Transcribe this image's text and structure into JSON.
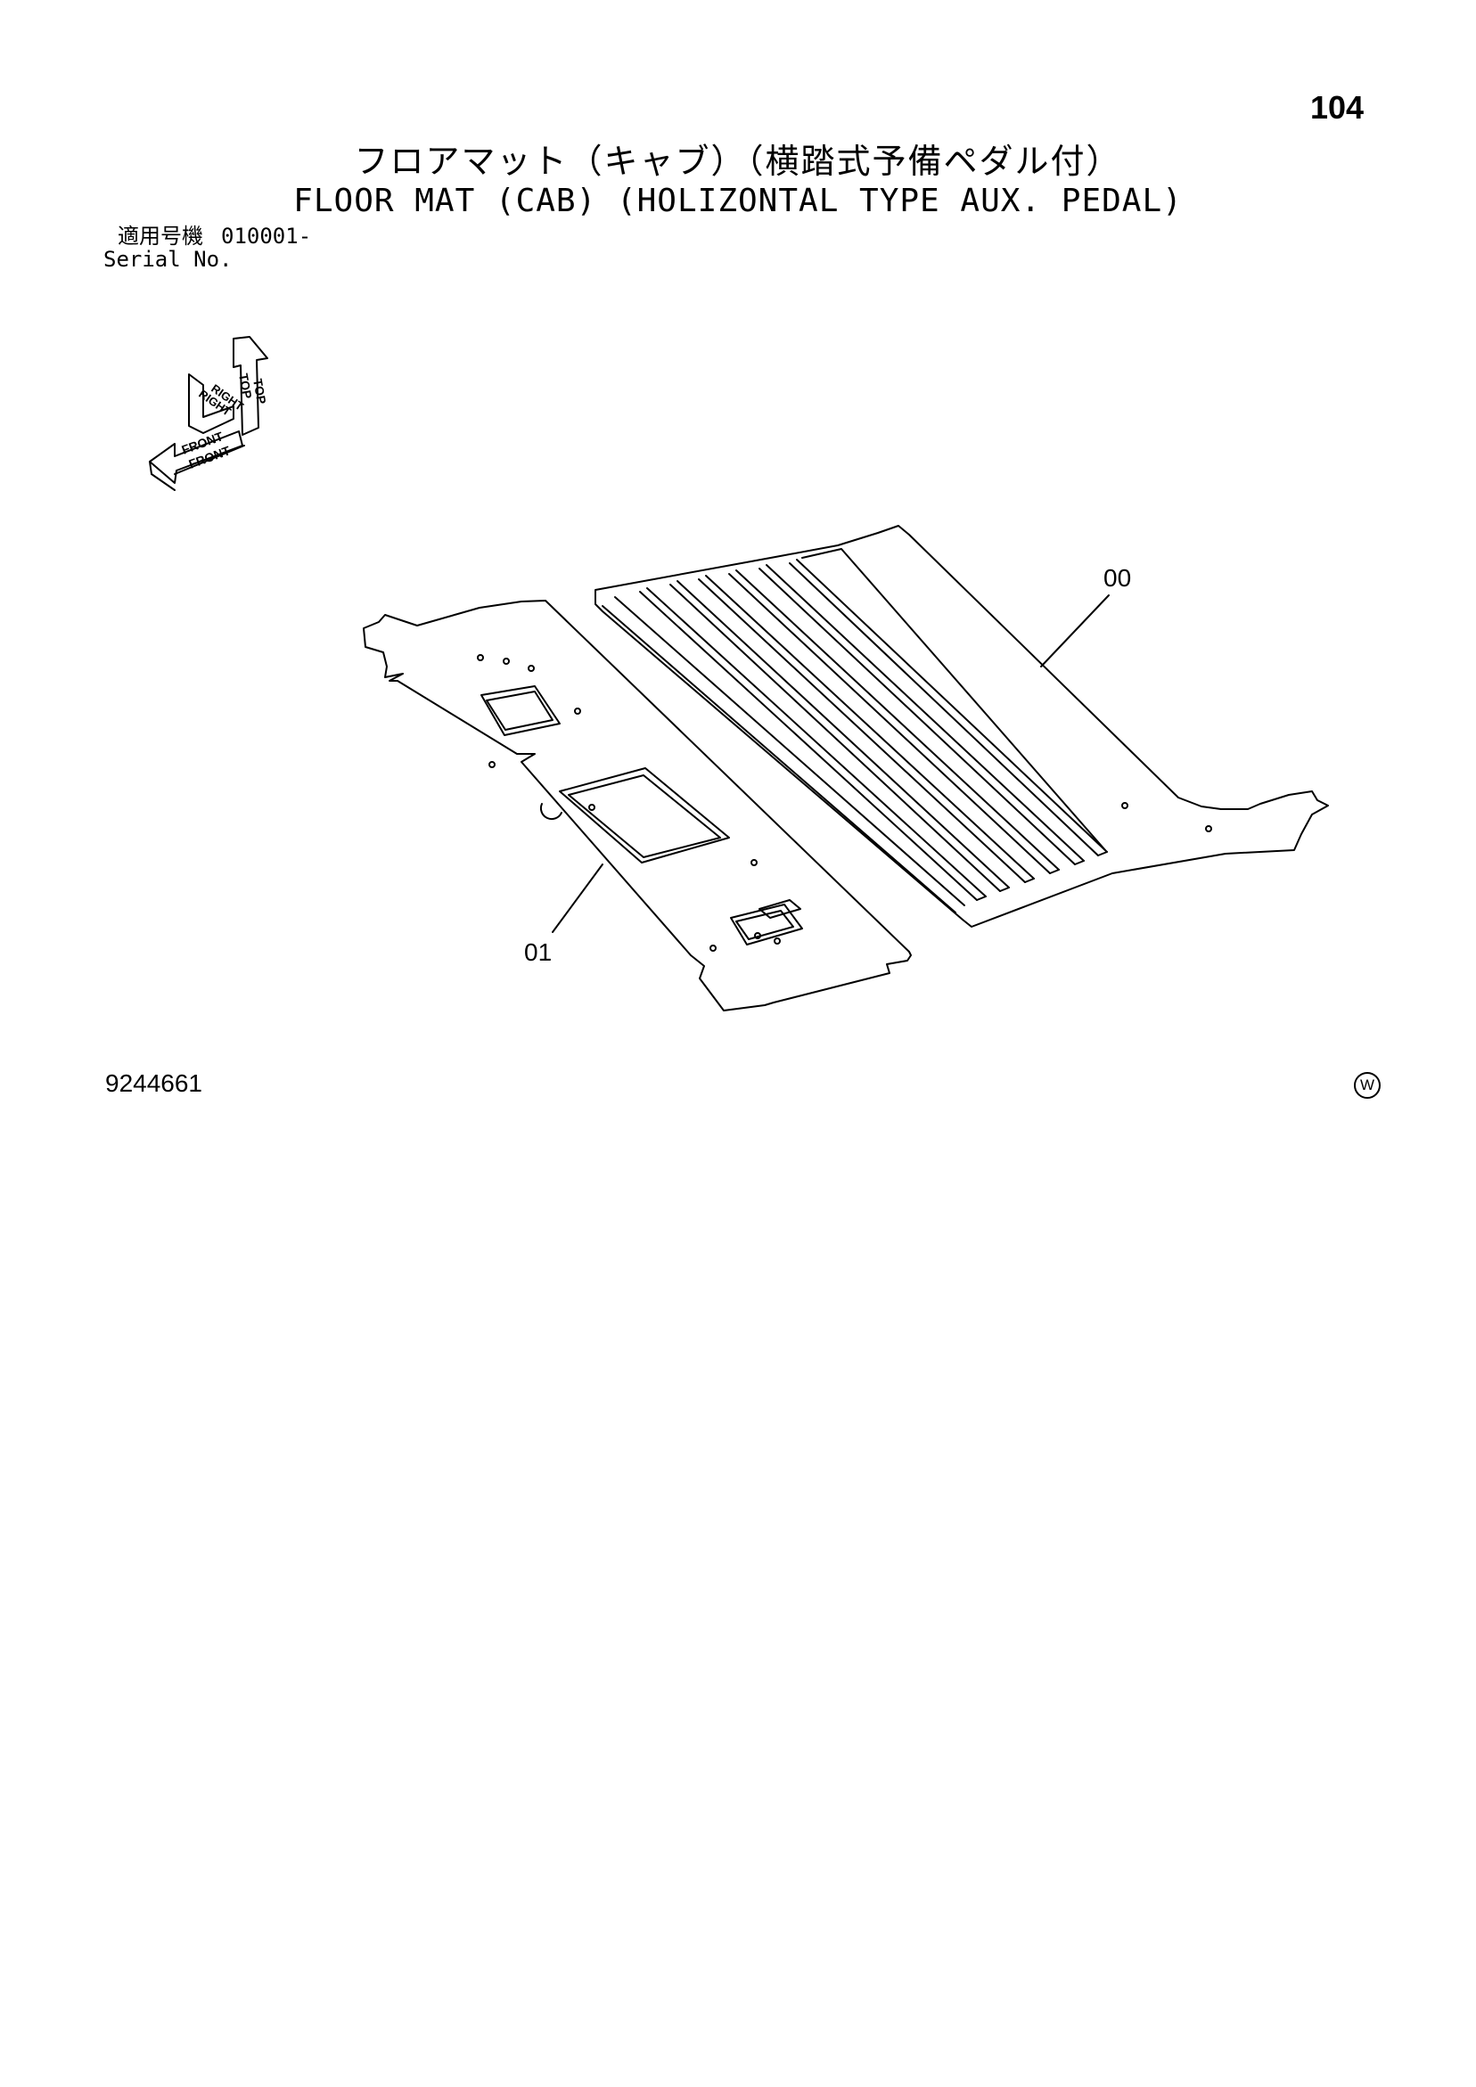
{
  "page_number": "104",
  "title_jp": "フロアマット（キャブ）（横踏式予備ペダル付）",
  "title_en": "FLOOR MAT (CAB) (HOLIZONTAL TYPE AUX. PEDAL)",
  "applicable": {
    "label_jp": "適用号機",
    "serial_value": "010001-",
    "label_en": "Serial No."
  },
  "orientation_labels": {
    "top": "TOP",
    "right": "RIGHT",
    "front": "FRONT"
  },
  "callouts": [
    "00",
    "01"
  ],
  "drawing_number": "9244661",
  "mark_letter": "W"
}
